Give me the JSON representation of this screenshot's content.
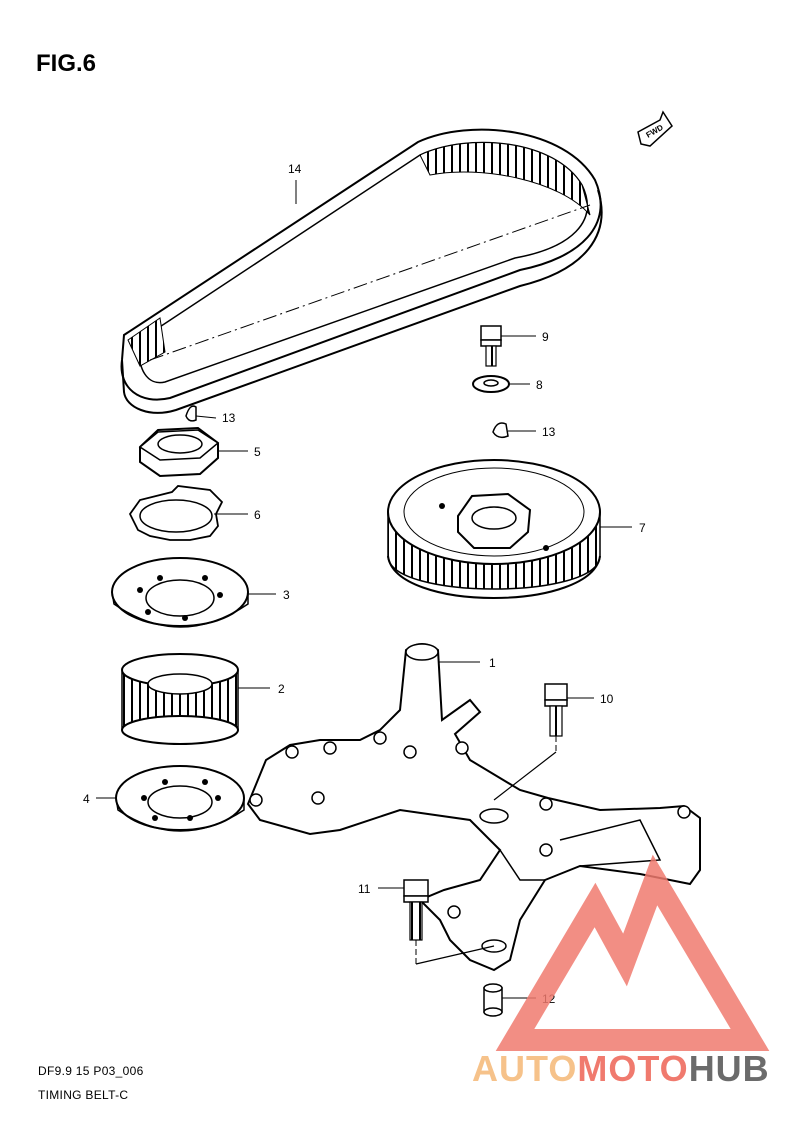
{
  "title": "FIG.6",
  "caption": {
    "code": "DF9.9 15 P03_006",
    "name": "TIMING BELT-C"
  },
  "fwd_label": "FWD",
  "callouts": [
    "1",
    "2",
    "3",
    "4",
    "5",
    "6",
    "7",
    "8",
    "9",
    "10",
    "11",
    "12",
    "13",
    "13",
    "14"
  ],
  "watermark": {
    "part1": "AUTO",
    "part2": "MOTO",
    "part3": "HUB",
    "colors": {
      "part1": "#f6c28a",
      "part2": "#f07a6e",
      "part3": "#6b6b6b",
      "logo": "#f07a6e"
    }
  }
}
